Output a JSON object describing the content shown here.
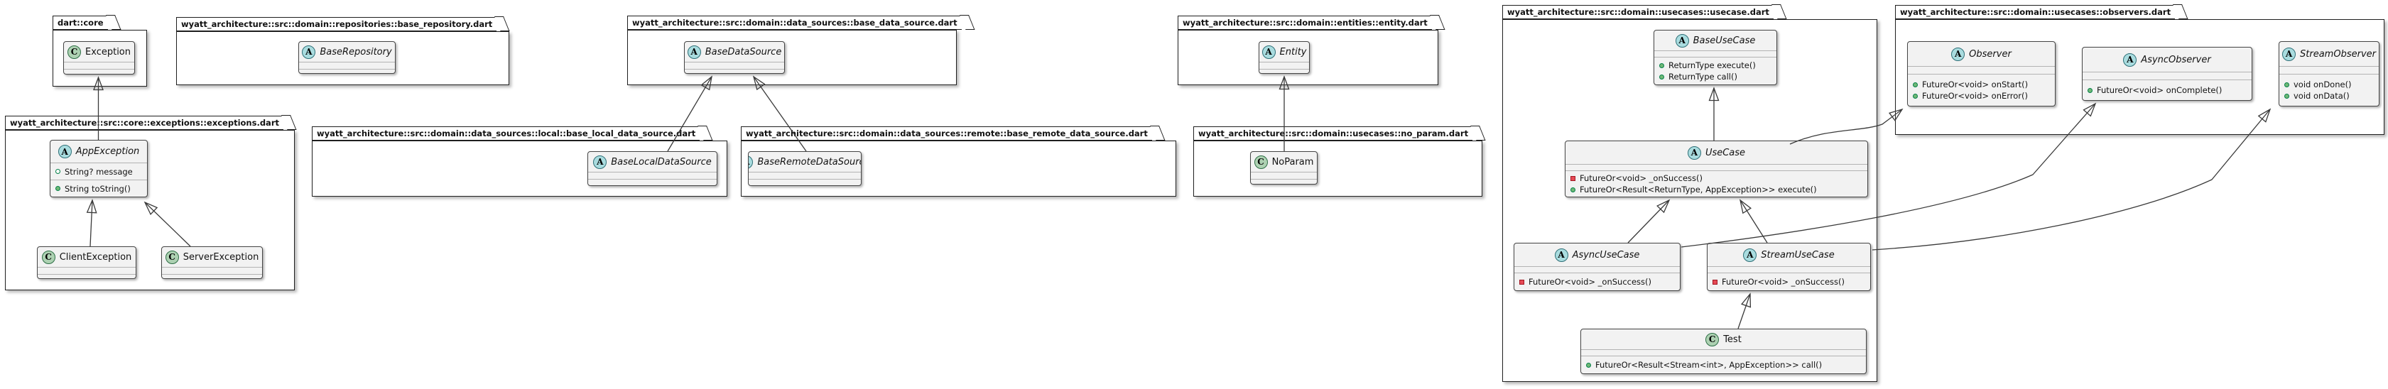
{
  "diagram": {
    "type": "uml-class-diagram",
    "tool_style": "plantuml"
  },
  "palette": {
    "class_fill": "#f2f2f2",
    "abstract_spot_fill": "#A9DCDF",
    "class_spot_fill": "#ADD1B2",
    "public_marker": "#038048",
    "private_marker": "#E64A55",
    "line_color": "#3a3a3a"
  },
  "packages": [
    {
      "title": "dart::core",
      "classes": [
        {
          "name": "Exception",
          "spot": "C",
          "abstract": false,
          "members": []
        }
      ]
    },
    {
      "title": "wyatt_architecture::src::domain::repositories::base_repository.dart",
      "classes": [
        {
          "name": "BaseRepository",
          "spot": "A",
          "abstract": true,
          "members": []
        }
      ]
    },
    {
      "title": "wyatt_architecture::src::domain::data_sources::base_data_source.dart",
      "classes": [
        {
          "name": "BaseDataSource",
          "spot": "A",
          "abstract": true,
          "members": []
        }
      ]
    },
    {
      "title": "wyatt_architecture::src::domain::entities::entity.dart",
      "classes": [
        {
          "name": "Entity",
          "spot": "A",
          "abstract": true,
          "members": []
        }
      ]
    },
    {
      "title": "wyatt_architecture::src::core::exceptions::exceptions.dart",
      "classes": [
        {
          "name": "AppException",
          "spot": "A",
          "abstract": true,
          "members": [
            {
              "kind": "field",
              "text": "String? message"
            },
            {
              "kind": "public",
              "text": "String toString()"
            }
          ]
        },
        {
          "name": "ClientException",
          "spot": "C",
          "abstract": false,
          "members": []
        },
        {
          "name": "ServerException",
          "spot": "C",
          "abstract": false,
          "members": []
        }
      ]
    },
    {
      "title": "wyatt_architecture::src::domain::data_sources::local::base_local_data_source.dart",
      "classes": [
        {
          "name": "BaseLocalDataSource",
          "spot": "A",
          "abstract": true,
          "members": []
        }
      ]
    },
    {
      "title": "wyatt_architecture::src::domain::data_sources::remote::base_remote_data_source.dart",
      "classes": [
        {
          "name": "BaseRemoteDataSource",
          "spot": "A",
          "abstract": true,
          "members": []
        }
      ]
    },
    {
      "title": "wyatt_architecture::src::domain::usecases::no_param.dart",
      "classes": [
        {
          "name": "NoParam",
          "spot": "C",
          "abstract": false,
          "members": []
        }
      ]
    },
    {
      "title": "wyatt_architecture::src::domain::usecases::usecase.dart",
      "classes": [
        {
          "name": "BaseUseCase",
          "spot": "A",
          "abstract": true,
          "members": [
            {
              "kind": "public",
              "text": "ReturnType execute()"
            },
            {
              "kind": "public",
              "text": "ReturnType call()"
            }
          ]
        },
        {
          "name": "UseCase",
          "spot": "A",
          "abstract": true,
          "members": [
            {
              "kind": "private",
              "text": "FutureOr<void> _onSuccess()"
            },
            {
              "kind": "public",
              "text": "FutureOr<Result<ReturnType, AppException>> execute()"
            }
          ]
        },
        {
          "name": "AsyncUseCase",
          "spot": "A",
          "abstract": true,
          "members": [
            {
              "kind": "private",
              "text": "FutureOr<void> _onSuccess()"
            }
          ]
        },
        {
          "name": "StreamUseCase",
          "spot": "A",
          "abstract": true,
          "members": [
            {
              "kind": "private",
              "text": "FutureOr<void> _onSuccess()"
            }
          ]
        },
        {
          "name": "Test",
          "spot": "C",
          "abstract": false,
          "members": [
            {
              "kind": "public",
              "text": "FutureOr<Result<Stream<int>, AppException>> call()"
            }
          ]
        }
      ]
    },
    {
      "title": "wyatt_architecture::src::domain::usecases::observers.dart",
      "classes": [
        {
          "name": "Observer",
          "spot": "A",
          "abstract": true,
          "members": [
            {
              "kind": "public",
              "text": "FutureOr<void> onStart()"
            },
            {
              "kind": "public",
              "text": "FutureOr<void> onError()"
            }
          ]
        },
        {
          "name": "AsyncObserver",
          "spot": "A",
          "abstract": true,
          "members": [
            {
              "kind": "public",
              "text": "FutureOr<void> onComplete()"
            }
          ]
        },
        {
          "name": "StreamObserver",
          "spot": "A",
          "abstract": true,
          "members": [
            {
              "kind": "public",
              "text": "void onDone()"
            },
            {
              "kind": "public",
              "text": "void onData()"
            }
          ]
        }
      ]
    }
  ],
  "relations": [
    {
      "from": "AppException",
      "to": "Exception",
      "type": "extends"
    },
    {
      "from": "ClientException",
      "to": "AppException",
      "type": "extends"
    },
    {
      "from": "ServerException",
      "to": "AppException",
      "type": "extends"
    },
    {
      "from": "BaseLocalDataSource",
      "to": "BaseDataSource",
      "type": "extends"
    },
    {
      "from": "BaseRemoteDataSource",
      "to": "BaseDataSource",
      "type": "extends"
    },
    {
      "from": "NoParam",
      "to": "Entity",
      "type": "extends"
    },
    {
      "from": "UseCase",
      "to": "BaseUseCase",
      "type": "extends"
    },
    {
      "from": "AsyncUseCase",
      "to": "UseCase",
      "type": "extends"
    },
    {
      "from": "StreamUseCase",
      "to": "UseCase",
      "type": "extends"
    },
    {
      "from": "Test",
      "to": "StreamUseCase",
      "type": "extends"
    },
    {
      "from": "UseCase",
      "to": "Observer",
      "type": "extends"
    },
    {
      "from": "AsyncUseCase",
      "to": "AsyncObserver",
      "type": "extends"
    },
    {
      "from": "StreamUseCase",
      "to": "StreamObserver",
      "type": "extends"
    }
  ]
}
